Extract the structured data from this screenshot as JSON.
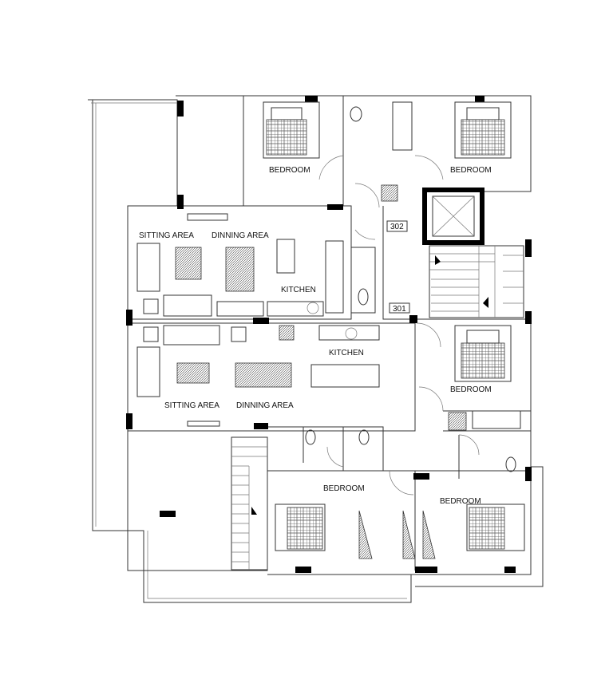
{
  "plan": {
    "rooms": {
      "bedroom_top_left": "BEDROOM",
      "bedroom_top_right": "BEDROOM",
      "sitting_302": "SITTING AREA",
      "dinning_302": "DINNING AREA",
      "kitchen_302": "KITCHEN",
      "kitchen_301": "KITCHEN",
      "sitting_301": "SITTING AREA",
      "dinning_301": "DINNING AREA",
      "bedroom_right_mid": "BEDROOM",
      "bedroom_bottom_center": "BEDROOM",
      "bedroom_bottom_right": "BEDROOM"
    },
    "units": {
      "upper": "302",
      "lower": "301"
    }
  }
}
